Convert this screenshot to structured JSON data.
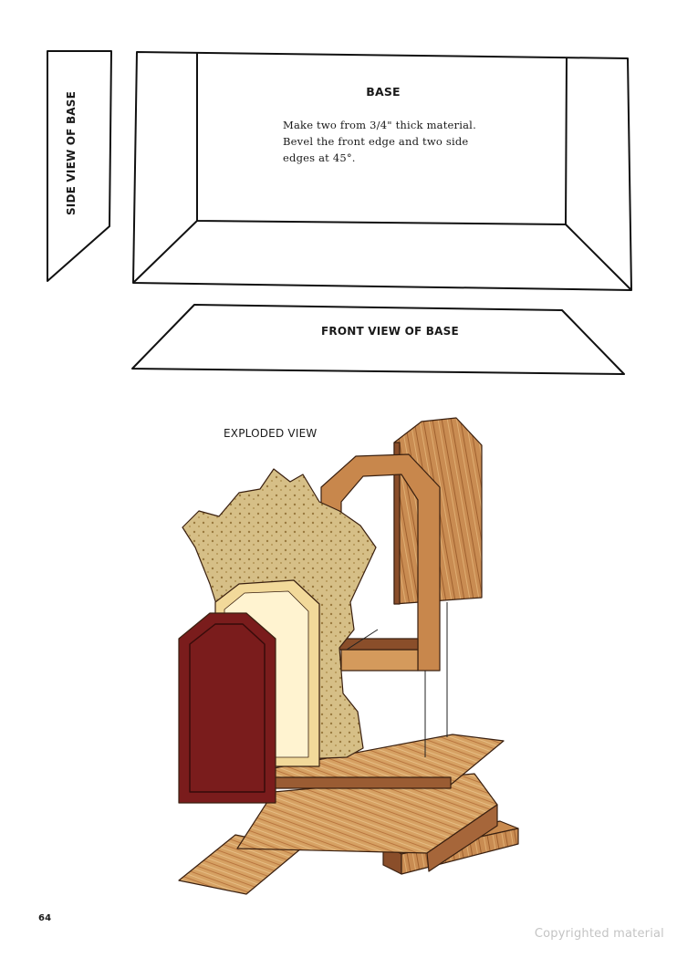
{
  "base_drawing": {
    "title": "BASE",
    "instructions": [
      "Make two from 3/4\" thick material.",
      "Bevel the front edge and two side",
      "edges at 45°."
    ]
  },
  "side_view_label": "SIDE VIEW OF BASE",
  "front_view_label": "FRONT VIEW OF BASE",
  "exploded_view_label": "EXPLODED VIEW",
  "page_number": "64",
  "watermark": "Copyrighted material",
  "colors": {
    "line": "#111111",
    "wood_light": "#d9a866",
    "wood_mid": "#b97a45",
    "wood_dark": "#8a4e2a",
    "frame_red": "#7a1c1c",
    "carving_fill": "#cfb67f",
    "panel_cream": "#f2d99a"
  }
}
